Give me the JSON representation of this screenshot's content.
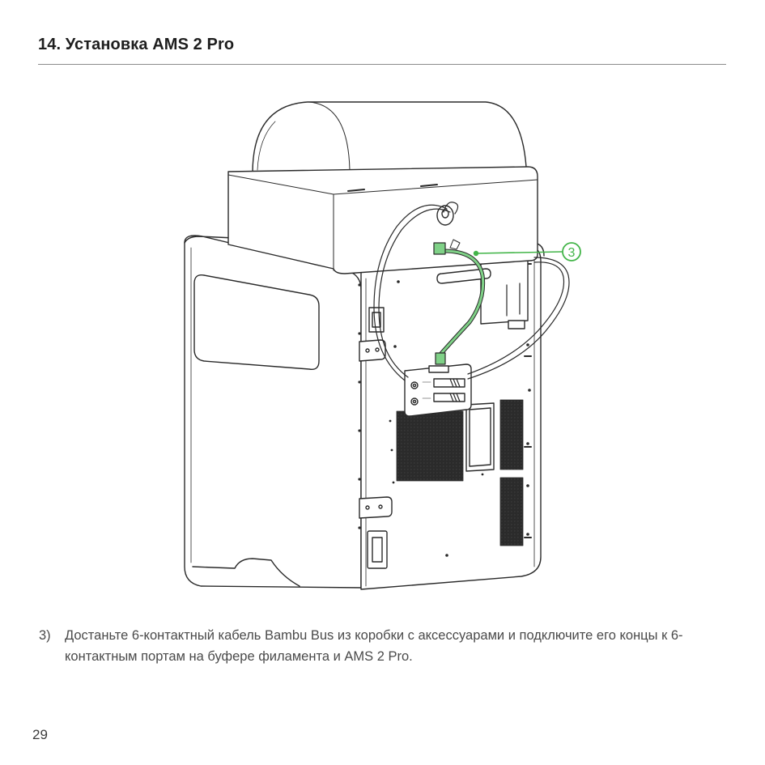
{
  "header": {
    "title": "14. Установка AMS 2 Pro"
  },
  "illustration": {
    "callout_number": "3",
    "accent_color": "#43b549"
  },
  "step": {
    "number": "3)",
    "text": "Достаньте 6-контактный кабель Bambu Bus из коробки с аксессуарами и подключите его концы к 6-контактным портам на буфере филамента и AMS 2 Pro."
  },
  "footer": {
    "page_number": "29"
  }
}
